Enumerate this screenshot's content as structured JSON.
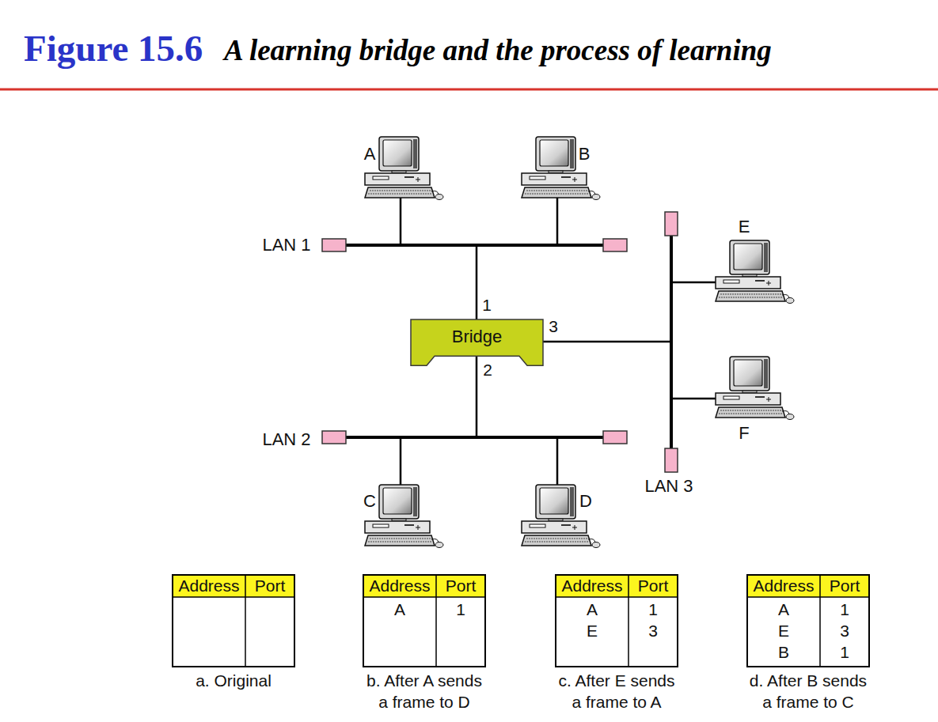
{
  "diagram": {
    "title": "Figure 15.6",
    "caption": "A learning bridge and the process of learning",
    "nodes": [
      {
        "text": [
          "Bridge"
        ]
      }
    ],
    "labels": [
      "A",
      "B",
      "LAN 1",
      "E",
      "1",
      "3",
      "2",
      "LAN 2",
      "F",
      "C",
      "D",
      "LAN 3",
      "Address",
      "Port",
      "a. Original",
      "Address",
      "Port",
      "A",
      "1",
      "b. After A sends a frame to D",
      "Address",
      "Port",
      "A",
      "1",
      "E",
      "3",
      "c. After E sends a frame to A",
      "Address",
      "Port",
      "A",
      "1",
      "E",
      "3",
      "B",
      "1",
      "d. After B sends a frame to C"
    ]
  }
}
